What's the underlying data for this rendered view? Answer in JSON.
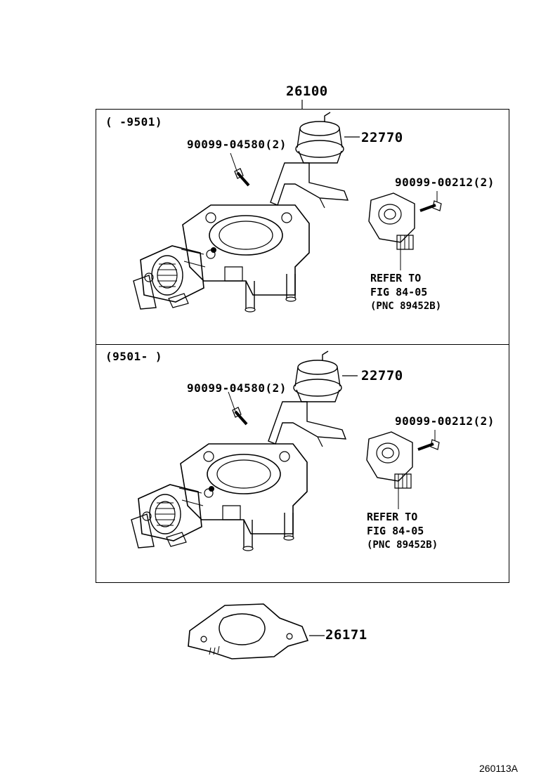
{
  "assembly": {
    "number": "26100"
  },
  "panels": [
    {
      "range": "(      -9501)",
      "bolt_a": "90099-04580(2)",
      "valve": "22770",
      "bolt_b": "90099-00212(2)",
      "refer": [
        "REFER TO",
        "FIG 84-05",
        "(PNC 89452B)"
      ]
    },
    {
      "range": "(9501-      )",
      "bolt_a": "90099-04580(2)",
      "valve": "22770",
      "bolt_b": "90099-00212(2)",
      "refer": [
        "REFER TO",
        "FIG 84-05",
        "(PNC 89452B)"
      ]
    }
  ],
  "gasket": {
    "number": "26171"
  },
  "figure_id": "260113A"
}
